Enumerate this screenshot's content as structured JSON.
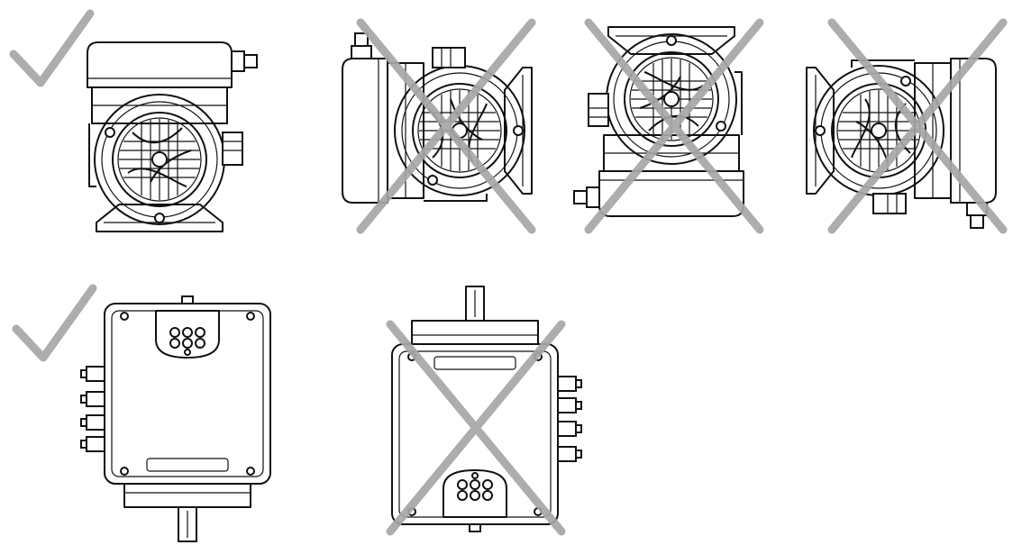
{
  "figure": {
    "panels": [
      {
        "id": "motor-upright",
        "view": "motor-side",
        "orientation": "terminal-box-top",
        "verdict": "correct"
      },
      {
        "id": "motor-box-left",
        "view": "motor-side",
        "orientation": "terminal-box-left",
        "verdict": "incorrect"
      },
      {
        "id": "motor-box-bottom",
        "view": "motor-side",
        "orientation": "terminal-box-bottom",
        "verdict": "incorrect"
      },
      {
        "id": "motor-box-right",
        "view": "motor-side",
        "orientation": "terminal-box-right",
        "verdict": "incorrect"
      },
      {
        "id": "box-top-upright",
        "view": "terminal-box-top",
        "orientation": "shaft-down",
        "verdict": "correct"
      },
      {
        "id": "box-top-inverted",
        "view": "terminal-box-top",
        "orientation": "shaft-up",
        "verdict": "incorrect"
      }
    ],
    "colors": {
      "line": "#111111",
      "mark": "#a6a6a6",
      "background": "#ffffff"
    },
    "icons": {
      "correct": "check-mark-icon",
      "incorrect": "cross-mark-icon"
    }
  }
}
